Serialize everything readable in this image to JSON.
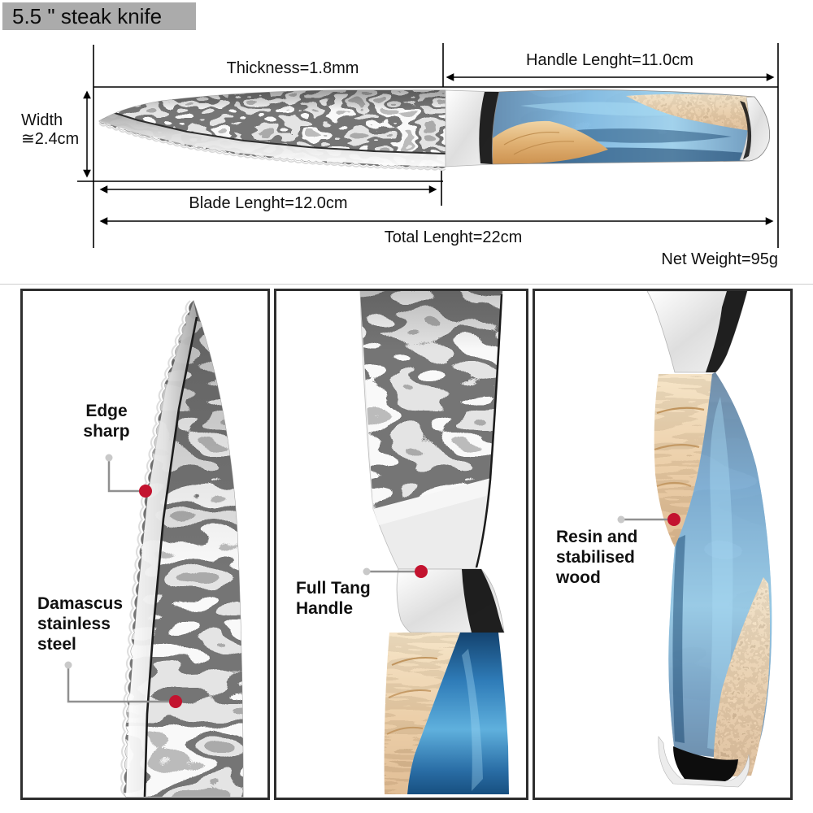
{
  "title_badge": {
    "text": "5.5 \" steak knife"
  },
  "annotations": {
    "thickness": "Thickness=1.8mm",
    "handle_length": "Handle Lenght=11.0cm",
    "width": [
      "Width",
      "≅2.4cm"
    ],
    "blade_length": "Blade Lenght=12.0cm",
    "total_length": "Total Lenght=22cm",
    "net_weight": "Net Weight=95g"
  },
  "panels": [
    {
      "name": "blade-tip-detail",
      "callouts": [
        {
          "lines": [
            "Edge",
            "sharp"
          ]
        },
        {
          "lines": [
            "Damascus",
            "stainless",
            "steel"
          ]
        }
      ]
    },
    {
      "name": "bolster-detail",
      "callouts": [
        {
          "lines": [
            "Full Tang",
            "Handle"
          ]
        }
      ]
    },
    {
      "name": "handle-detail",
      "callouts": [
        {
          "lines": [
            "Resin and",
            "stabilised",
            "wood"
          ]
        }
      ]
    }
  ],
  "colors": {
    "badge_bg": "#ababab",
    "callout_dot_red": "#c3132f",
    "callout_dot_gray": "#c9c9c9",
    "connector_gray": "#909090",
    "resin_blue": "#3a8cc9",
    "wood_tan": "#dfae72",
    "steel_light": "#ededed",
    "dimension_line": "#000000",
    "panel_border": "#2e2e2e"
  }
}
